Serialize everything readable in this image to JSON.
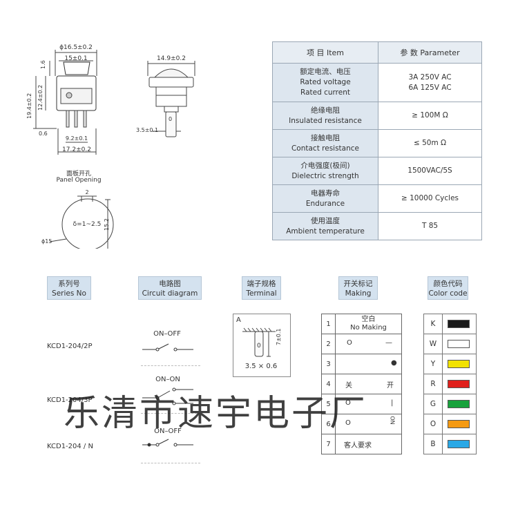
{
  "drawing": {
    "front_width": "ϕ16.5±0.2",
    "front_top": "15±0.1",
    "front_h1": "1.6",
    "front_h2": "12.4±0.2",
    "front_h3": "19.4±0.2",
    "front_bot": "0.6",
    "pin_pitch": "9.2±0.1",
    "base_width": "17.2±0.2",
    "side_width": "14.9±0.2",
    "side_pin": "3.5±0.1",
    "panel_label_cn": "面板开孔",
    "panel_label_en": "Panel Opening",
    "panel_notch": "2",
    "panel_thickness": "δ=1~2.5",
    "panel_height": "15.2",
    "panel_dia": "ϕ15"
  },
  "spec_table": {
    "header_item": "项 目   Item",
    "header_param": "参 数   Parameter",
    "rows": [
      {
        "cn": "额定电流、电压",
        "en1": "Rated voltage",
        "en2": "Rated current",
        "v1": "3A   250V AC",
        "v2": "6A 125V AC"
      },
      {
        "cn": "绝缘电阻",
        "en1": "Insulated resistance",
        "v1": "≥ 100M Ω"
      },
      {
        "cn": "接触电阻",
        "en1": "Contact resistance",
        "v1": "≤ 50m Ω"
      },
      {
        "cn": "介电强度(极间)",
        "en1": "Dielectric strength",
        "v1": "1500VAC/5S"
      },
      {
        "cn": "电器寿命",
        "en1": "Endurance",
        "v1": "≥ 10000 Cycles"
      },
      {
        "cn": "使用温度",
        "en1": "Ambient temperature",
        "v1": "T 85"
      }
    ]
  },
  "headers": {
    "series_cn": "系列号",
    "series_en": "Series No",
    "circuit_cn": "电路图",
    "circuit_en": "Circuit diagram",
    "terminal_cn": "端子规格",
    "terminal_en": "Terminal",
    "making_cn": "开关标记",
    "making_en": "Making",
    "color_cn": "颜色代码",
    "color_en": "Color code"
  },
  "series": [
    {
      "model": "KCD1-204/2P",
      "circuit": "ON–OFF"
    },
    {
      "model": "KCD1-204/3P",
      "circuit": "ON–ON"
    },
    {
      "model": "KCD1-204 / N",
      "circuit": "ON–OFF"
    }
  ],
  "terminal": {
    "type": "A",
    "height": "7±0.1",
    "label": "0",
    "size": "3.5 × 0.6"
  },
  "making": {
    "rows": [
      {
        "n": "1",
        "cn": "空白",
        "en": "No Making"
      },
      {
        "n": "2",
        "left": "O",
        "right": "—"
      },
      {
        "n": "3",
        "right": "●"
      },
      {
        "n": "4",
        "left": "关",
        "right": "开"
      },
      {
        "n": "5",
        "left": "O",
        "right": "|"
      },
      {
        "n": "6",
        "left": "O",
        "right": "ON"
      },
      {
        "n": "7",
        "cn": "客人要求"
      }
    ]
  },
  "colors": [
    {
      "code": "K",
      "hex": "#1a1a1a"
    },
    {
      "code": "W",
      "hex": "#ffffff"
    },
    {
      "code": "Y",
      "hex": "#f2e200"
    },
    {
      "code": "R",
      "hex": "#e0201c"
    },
    {
      "code": "G",
      "hex": "#18a23c"
    },
    {
      "code": "O",
      "hex": "#f59a12"
    },
    {
      "code": "B",
      "hex": "#2aa8e6"
    }
  ],
  "watermark": "乐清市速宇电子厂"
}
